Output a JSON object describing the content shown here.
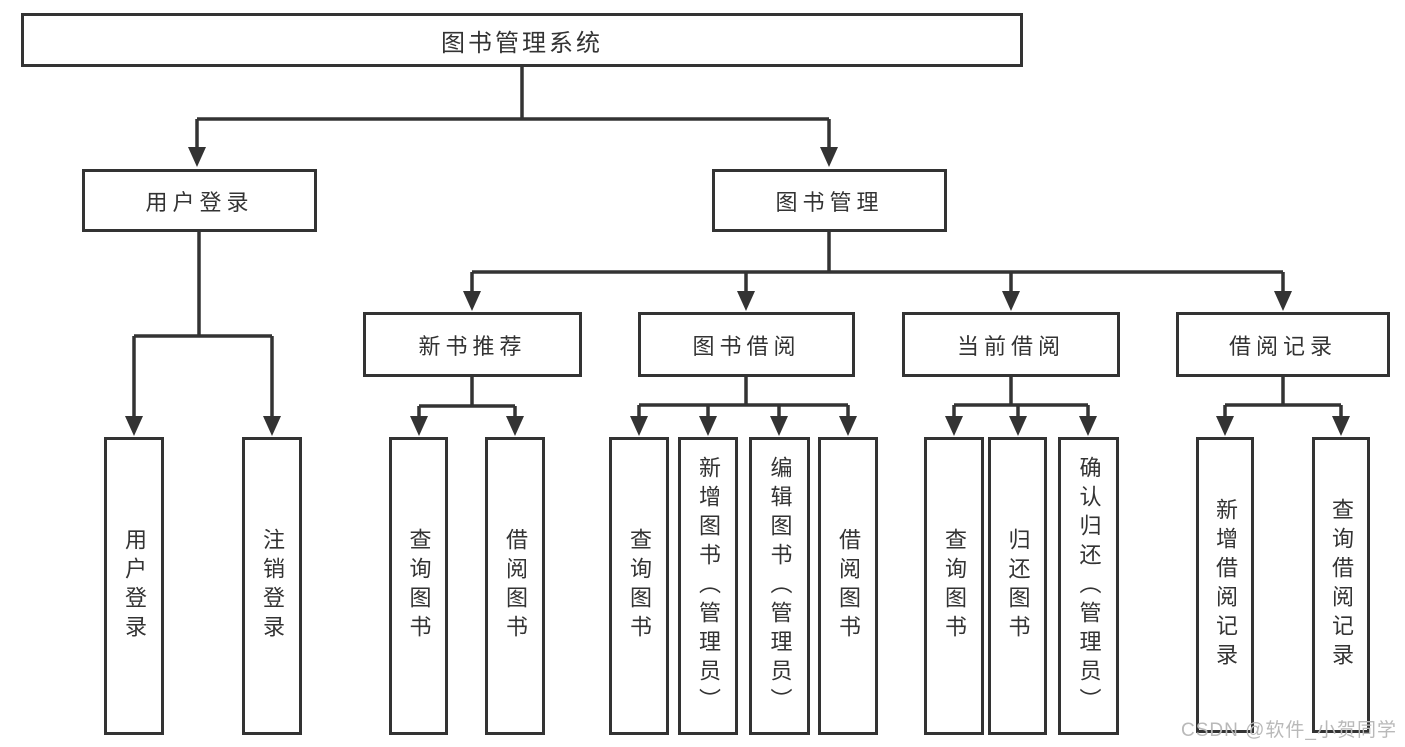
{
  "diagram_title": "图书管理系统",
  "tree": {
    "label": "图书管理系统",
    "children": [
      {
        "label": "用户登录",
        "children": [
          {
            "label": "用户登录"
          },
          {
            "label": "注销登录"
          }
        ]
      },
      {
        "label": "图书管理",
        "children": [
          {
            "label": "新书推荐",
            "children": [
              {
                "label": "查询图书"
              },
              {
                "label": "借阅图书"
              }
            ]
          },
          {
            "label": "图书借阅",
            "children": [
              {
                "label": "查询图书"
              },
              {
                "label": "新增图书（管理员）"
              },
              {
                "label": "编辑图书（管理员）"
              },
              {
                "label": "借阅图书"
              }
            ]
          },
          {
            "label": "当前借阅",
            "children": [
              {
                "label": "查询图书"
              },
              {
                "label": "归还图书"
              },
              {
                "label": "确认归还（管理员）"
              }
            ]
          },
          {
            "label": "借阅记录",
            "children": [
              {
                "label": "新增借阅记录"
              },
              {
                "label": "查询借阅记录"
              }
            ]
          }
        ]
      }
    ]
  },
  "watermark": {
    "text": "CSDN @软件_小贺同学"
  },
  "colors": {
    "line": "#333333",
    "box_border": "#333333",
    "text": "#333333",
    "background": "#ffffff",
    "watermark": "#b9b9b9"
  }
}
